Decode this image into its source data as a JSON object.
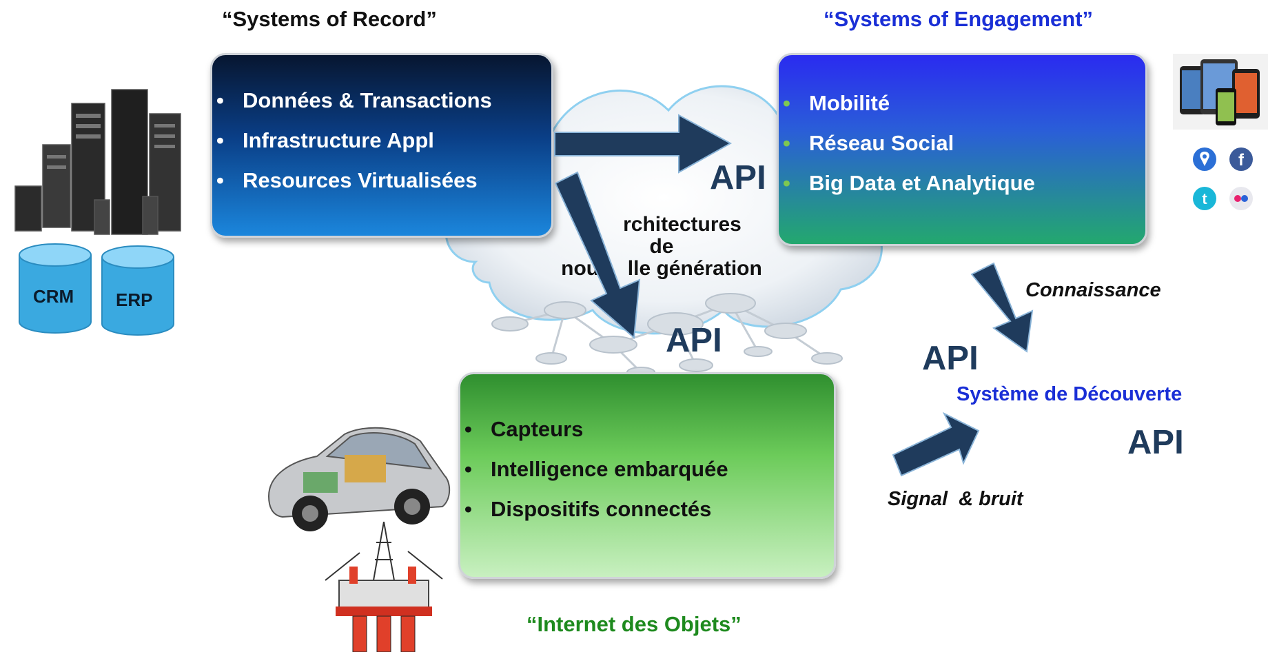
{
  "headings": {
    "systems_of_record": "“Systems of Record”",
    "systems_of_engagement": "“Systems of Engagement”",
    "internet_of_things": "“Internet des Objets”",
    "discovery": "Système de Découverte"
  },
  "record_box": {
    "items": [
      "Données & Transactions",
      "Infrastructure Appl",
      "Resources Virtualisées"
    ]
  },
  "engagement_box": {
    "items": [
      "Mobilité",
      "Réseau Social",
      "Big Data et Analytique"
    ]
  },
  "iot_box": {
    "items": [
      "Capteurs",
      "Intelligence embarquée",
      "Dispositifs connectés"
    ]
  },
  "cloud": {
    "line1": "rchitectures",
    "line2": "de",
    "line3": "nou     lle génération"
  },
  "api_labels": {
    "top": "API",
    "middle": "API",
    "right": "API",
    "far_right": "API"
  },
  "flow_labels": {
    "knowledge": "Connaissance",
    "signal": "Signal  & bruit"
  },
  "databases": {
    "crm": "CRM",
    "erp": "ERP"
  },
  "bullet": "•",
  "colors": {
    "record_heading": "#111111",
    "engagement_heading": "#1a2fd6",
    "iot_heading": "#1e8a1e",
    "discovery_heading": "#1a2fd6",
    "arrow": "#1f3b5c",
    "engagement_bullet": "#7ec850"
  },
  "icons": [
    "servers-icon",
    "database-icon",
    "mobile-devices-icon",
    "location-pin-icon",
    "facebook-icon",
    "twitter-icon",
    "flickr-icon",
    "car-icon",
    "oil-rig-icon",
    "cloud-icon",
    "network-graph-icon"
  ]
}
